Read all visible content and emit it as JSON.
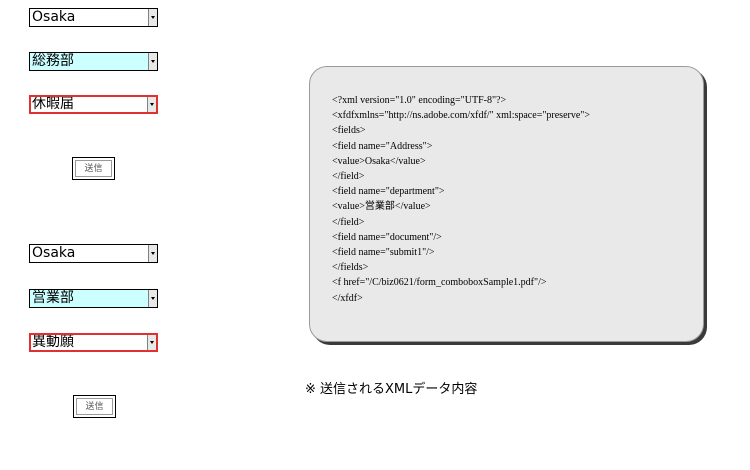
{
  "form1": {
    "address_value": "Osaka",
    "department_value": "総務部",
    "document_value": "休暇届",
    "submit_label": "送信"
  },
  "form2": {
    "address_value": "Osaka",
    "department_value": "営業部",
    "document_value": "異動願",
    "submit_label": "送信"
  },
  "xml_lines": [
    "<?xml version=\"1.0\" encoding=\"UTF-8\"?>",
    "<xfdfxmlns=\"http://ns.adobe.com/xfdf/\" xml:space=\"preserve\">",
    "<fields>",
    "<field name=\"Address\">",
    "<value>Osaka</value>",
    "</field>",
    "<field name=\"department\">",
    "<value>営業部</value>",
    "</field>",
    "<field name=\"document\"/>",
    "<field name=\"submit1\"/>",
    "</fields>",
    "<f href=\"/C/biz0621/form_comboboxSample1.pdf\"/>",
    "</xfdf>"
  ],
  "caption": "※ 送信されるXMLデータ内容",
  "colors": {
    "department_fill": "#ccffff",
    "document_border": "#e03030",
    "xml_box_fill": "#e9e9e9"
  }
}
